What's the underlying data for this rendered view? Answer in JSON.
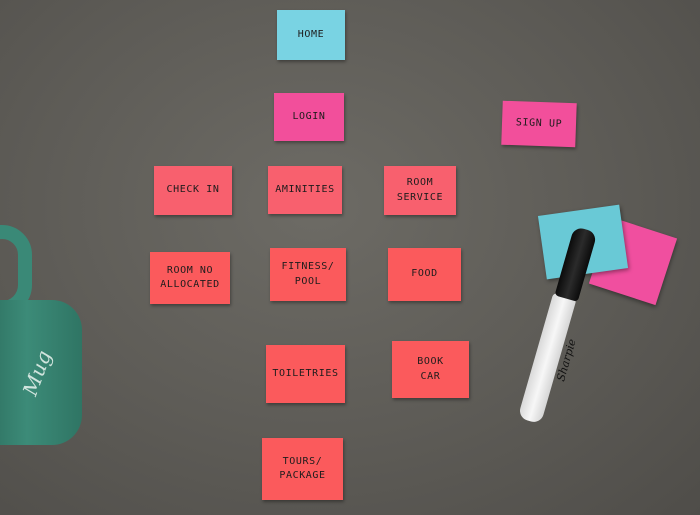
{
  "notes": {
    "home": "HOME",
    "login": "LOGIN",
    "signup": "SIGN UP",
    "checkin": "CHECK IN",
    "aminities": "AMINITIES",
    "room_service": "ROOM\nSERVICE",
    "room_allocated": "ROOM NO\nALLOCATED",
    "fitness_pool": "FITNESS/\nPOOL",
    "food": "FOOD",
    "toiletries": "TOILETRIES",
    "book_car": "BOOK\nCAR",
    "tours_package": "TOURS/\nPACKAGE"
  },
  "objects": {
    "marker_brand": "Sharpie",
    "mug_script": "Mug"
  },
  "colors": {
    "table": "#5f5d58",
    "note_cyan": "#79d3e3",
    "note_pink": "#f24f9b",
    "note_salmon": "#f8606e"
  }
}
